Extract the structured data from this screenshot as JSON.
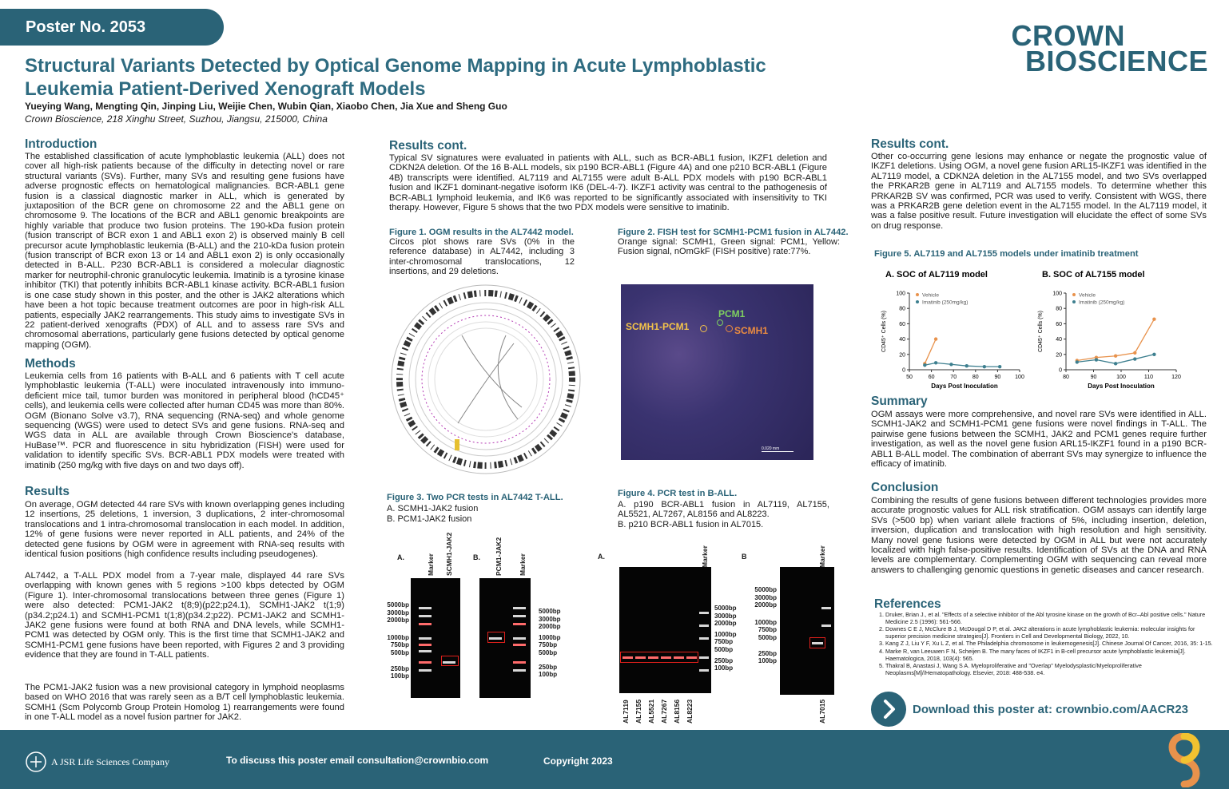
{
  "header": {
    "poster_no": "Poster No. 2053",
    "logo_line1": "CROWN",
    "logo_line2": "BIOSCIENCE",
    "title": "Structural Variants Detected by Optical Genome Mapping in Acute Lymphoblastic Leukemia Patient-Derived Xenograft Models",
    "authors": "Yueying Wang, Mengting Qin, Jinping Liu, Weijie Chen, Wubin Qian, Xiaobo Chen, Jia Xue and Sheng Guo",
    "affiliation": "Crown Bioscience, 218 Xinghu Street, Suzhou, Jiangsu, 215000, China"
  },
  "intro": {
    "heading": "Introduction",
    "text": "The established classification of acute lymphoblastic leukemia (ALL) does not cover all high-risk patients because of the difficulty in detecting novel or rare structural variants (SVs). Further, many SVs and resulting gene fusions have adverse prognostic effects on hematological malignancies. BCR-ABL1 gene fusion is a classical diagnostic marker in ALL, which is generated by juxtaposition of the BCR gene on chromosome 22 and the ABL1 gene on chromosome 9. The locations of the BCR and ABL1 genomic breakpoints are highly variable that produce two fusion proteins. The 190-kDa fusion protein (fusion transcript of BCR exon 1 and ABL1 exon 2) is observed mainly B cell precursor acute lymphoblastic leukemia (B-ALL) and the 210-kDa fusion protein (fusion transcript of BCR exon 13 or 14 and ABL1 exon 2) is only occasionally detected in B-ALL. P230 BCR-ABL1 is considered a molecular diagnostic marker for neutrophil-chronic granulocytic leukemia. Imatinib is a tyrosine kinase inhibitor (TKI) that potently inhibits BCR-ABL1 kinase activity. BCR-ABL1 fusion is one case study shown in this poster, and the other is JAK2 alterations which have been a hot topic because treatment outcomes are poor in high-risk ALL patients, especially JAK2 rearrangements. This study aims to investigate SVs in 22 patient-derived xenografts (PDX) of ALL and to assess rare SVs and chromosomal aberrations, particularly gene fusions detected by optical genome mapping (OGM)."
  },
  "methods": {
    "heading": "Methods",
    "text": "Leukemia cells from 16 patients with B-ALL and 6 patients with T cell acute lymphoblastic leukemia (T-ALL) were inoculated intravenously into immuno-deficient mice tail, tumor burden was monitored in peripheral blood (hCD45⁺ cells), and leukemia cells were collected after human CD45 was more than 80%. OGM (Bionano Solve v3.7), RNA sequencing (RNA-seq) and whole genome sequencing (WGS) were used to detect SVs and gene fusions. RNA-seq and WGS data in ALL are available through Crown Bioscience's database, HuBase™. PCR and fluorescence in situ hybridization (FISH) were used for validation to identify specific SVs. BCR-ABL1 PDX models were treated with imatinib (250 mg/kg with five days on and two days off)."
  },
  "results": {
    "heading": "Results",
    "p1": "On average, OGM detected 44 rare SVs with known overlapping genes including 12 insertions, 25 deletions, 1 inversion, 3 duplications, 2 inter-chromosomal translocations and 1 intra-chromosomal translocation in each model. In addition, 12% of gene fusions were never reported in ALL patients, and 24% of the detected gene fusions by OGM were in agreement with RNA-seq results with identical fusion positions (high confidence results including pseudogenes).",
    "p2": "AL7442, a T-ALL PDX model from a 7-year male, displayed 44 rare SVs overlapping with known genes with 5 regions >100 kbps detected by OGM (Figure 1). Inter-chromosomal translocations between three genes (Figure 1) were also detected: PCM1-JAK2 t(8;9)(p22;p24.1), SCMH1-JAK2 t(1;9)(p34.2;p24.1) and SCMH1-PCM1 t(1;8)(p34.2;p22). PCM1-JAK2 and SCMH1-JAK2 gene fusions were found at both RNA and DNA levels, while SCMH1-PCM1 was detected by OGM only. This is the first time that SCMH1-JAK2 and SCMH1-PCM1 gene fusions have been reported, with Figures 2 and 3 providing evidence that they are found in T-ALL patients.",
    "p3": "The PCM1-JAK2 fusion was a new provisional category in lymphoid neoplasms based on WHO 2016 that was rarely seen as a B/T cell lymphoblastic leukemia. SCMH1 (Scm Polycomb Group Protein Homolog 1) rearrangements were found in one T-ALL model as a novel fusion partner for JAK2."
  },
  "results_cont_mid": {
    "heading": "Results cont.",
    "text": "Typical SV signatures were evaluated in patients with ALL, such as BCR-ABL1 fusion, IKZF1 deletion and CDKN2A deletion. Of the 16 B-ALL models, six p190 BCR-ABL1 (Figure 4A) and one p210 BCR-ABL1 (Figure 4B) transcripts were identified. AL7119 and AL7155 were adult B-ALL PDX models with p190 BCR-ABL1 fusion and IKZF1 dominant-negative isoform IK6 (DEL-4-7). IKZF1 activity was central to the pathogenesis of BCR-ABL1 lymphoid leukemia, and IK6 was reported to be significantly associated with insensitivity to TKI therapy. However, Figure 5 shows that the two PDX models were sensitive to imatinib."
  },
  "fig1": {
    "caption": "Figure 1. OGM results in the AL7442 model.",
    "text": "Circos plot shows rare SVs (0% in the reference database) in AL7442, including 3 inter-chromosomal translocations, 12 insertions, and 29 deletions."
  },
  "fig2": {
    "caption": "Figure 2. FISH test for SCMH1-PCM1 fusion in AL7442.",
    "text": "Orange signal: SCMH1, Green signal: PCM1, Yellow: Fusion signal, nOmGkF (FISH positive) rate:77%.",
    "label_fusion": "SCMH1-PCM1",
    "label_green": "PCM1",
    "label_orange": "SCMH1",
    "scale": "0.020 mm"
  },
  "fig3": {
    "caption": "Figure 3. Two PCR tests in AL7442 T-ALL.",
    "line_a": "A. SCMH1-JAK2 fusion",
    "line_b": "B. PCM1-JAK2 fusion",
    "panel_a": "A.",
    "panel_b": "B.",
    "lane_marker": "Marker",
    "lane_scmh1": "SCMH1-JAK2",
    "lane_pcm1": "PCM1-JAK2",
    "ladder": [
      "5000bp",
      "3000bp",
      "2000bp",
      "1000bp",
      "750bp",
      "500bp",
      "250bp",
      "100bp"
    ]
  },
  "fig4": {
    "caption": "Figure 4. PCR test in B-ALL.",
    "line_a": "A. p190 BCR-ABL1 fusion in AL7119, AL7155, AL5521, AL7267, AL8156 and AL8223.",
    "line_b": "B. p210 BCR-ABL1 fusion in AL7015.",
    "panel_a": "A.",
    "panel_b": "B",
    "lanes_a": [
      "AL7119",
      "AL7155",
      "AL5521",
      "AL7267",
      "AL8156",
      "AL8223"
    ],
    "lane_b": "AL7015",
    "lane_marker": "Marker",
    "ladder": [
      "5000bp",
      "3000bp",
      "2000bp",
      "1000bp",
      "750bp",
      "500bp",
      "250bp",
      "100bp"
    ]
  },
  "results_cont_right": {
    "heading": "Results cont.",
    "text": "Other co-occurring gene lesions may enhance or negate the prognostic value of IKZF1 deletions. Using OGM, a novel gene fusion ARL15-IKZF1 was identified in the AL7119 model, a CDKN2A deletion in the AL7155 model, and two SVs overlapped the PRKAR2B gene in AL7119 and AL7155 models. To determine whether this PRKAR2B SV was confirmed, PCR was used to verify. Consistent with WGS, there was a PRKAR2B gene deletion event in the AL7155 model. In the AL7119 model, it was a false positive result. Future investigation will elucidate the effect of some SVs on drug response."
  },
  "fig5": {
    "caption": "Figure 5. AL7119 and AL7155 models under imatinib treatment"
  },
  "chart_data": [
    {
      "type": "line",
      "title": "A. SOC of AL7119 model",
      "xlabel": "Days Post Inoculation",
      "ylabel": "CD45⁺ Cells (%)",
      "xlim": [
        50,
        100
      ],
      "ylim": [
        0,
        100
      ],
      "xticks": [
        50,
        60,
        70,
        80,
        90,
        100
      ],
      "yticks": [
        0,
        20,
        40,
        60,
        80,
        100
      ],
      "series": [
        {
          "name": "Vehicle",
          "color": "#e8924c",
          "x": [
            57,
            62
          ],
          "y": [
            8,
            40
          ]
        },
        {
          "name": "Imatinib (250mg/kg)",
          "color": "#3d7f8f",
          "x": [
            57,
            62,
            69,
            76,
            84,
            91
          ],
          "y": [
            6,
            9,
            7,
            5,
            4,
            4
          ]
        }
      ]
    },
    {
      "type": "line",
      "title": "B. SOC of AL7155 model",
      "xlabel": "Days Post Inoculation",
      "ylabel": "CD45⁺ Cells (%)",
      "xlim": [
        80,
        120
      ],
      "ylim": [
        0,
        100
      ],
      "xticks": [
        80,
        90,
        100,
        110,
        120
      ],
      "yticks": [
        0,
        20,
        40,
        60,
        80,
        100
      ],
      "series": [
        {
          "name": "Vehicle",
          "color": "#e8924c",
          "x": [
            84,
            91,
            98,
            105,
            112
          ],
          "y": [
            12,
            16,
            18,
            22,
            66
          ]
        },
        {
          "name": "Imatinib (250mg/kg)",
          "color": "#3d7f8f",
          "x": [
            84,
            91,
            98,
            105,
            112
          ],
          "y": [
            10,
            13,
            8,
            14,
            20
          ]
        }
      ]
    }
  ],
  "summary": {
    "heading": "Summary",
    "text": "OGM assays were more comprehensive, and novel rare SVs were identified in ALL. SCMH1-JAK2 and SCMH1-PCM1 gene fusions were novel findings in T-ALL. The pairwise gene fusions between the SCMH1, JAK2 and PCM1 genes require further investigation, as well as the novel gene fusion ARL15-IKZF1 found in a p190 BCR-ABL1 B-ALL model. The combination of aberrant SVs may synergize to influence the efficacy of imatinib."
  },
  "conclusion": {
    "heading": "Conclusion",
    "text": "Combining the results of gene fusions between different technologies provides more accurate prognostic values for ALL risk stratification. OGM assays can identify large SVs (>500 bp) when variant allele fractions of 5%, including insertion, deletion, inversion, duplication and translocation with high resolution and high sensitivity. Many novel gene fusions were detected by OGM in ALL but were not accurately localized with high false-positive results. Identification of SVs at the DNA and RNA levels are complementary. Complementing OGM with sequencing can reveal more answers to challenging genomic questions in genetic diseases and cancer research."
  },
  "references": {
    "heading": "References",
    "items": [
      "Druker, Brian J., et al. \"Effects of a selective inhibitor of the Abl tyrosine kinase on the growth of Bcr–Abl positive cells.\" Nature Medicine 2.5 (1996): 561-566.",
      "Downes C E J, McClure B J, McDougal D P, et al. JAK2 alterations in acute lymphoblastic leukemia: molecular insights for superior precision medicine strategies[J]. Frontiers in Cell and Developmental Biology, 2022, 10.",
      "Kang Z J, Liu Y F, Xu L Z, et al. The Philadelphia chromosome in leukemogenesis[J]. Chinese Journal Of Cancer, 2016, 35: 1-15.",
      "Marke R, van Leeuwen F N, Scheijen B. The many faces of IKZF1 in B-cell precursor acute lymphoblastic leukemia[J]. Haematologica, 2018, 103(4): 565.",
      "Thakral B, Anastasi J, Wang S A. Myeloproliferative and \"Overlap\" Myelodysplastic/Myeloproliferative Neoplasms[M]//Hematopathology. Elsevier, 2018: 488-538. e4."
    ]
  },
  "download": {
    "text": "Download this poster at: crownbio.com/AACR23"
  },
  "footer": {
    "company": "A JSR Life Sciences Company",
    "email_text": "To discuss this poster email consultation@crownbio.com",
    "copyright": "Copyright 2023"
  },
  "colors": {
    "brand": "#2a6377",
    "accent": "#e8924c",
    "title": "#2e6b80"
  }
}
